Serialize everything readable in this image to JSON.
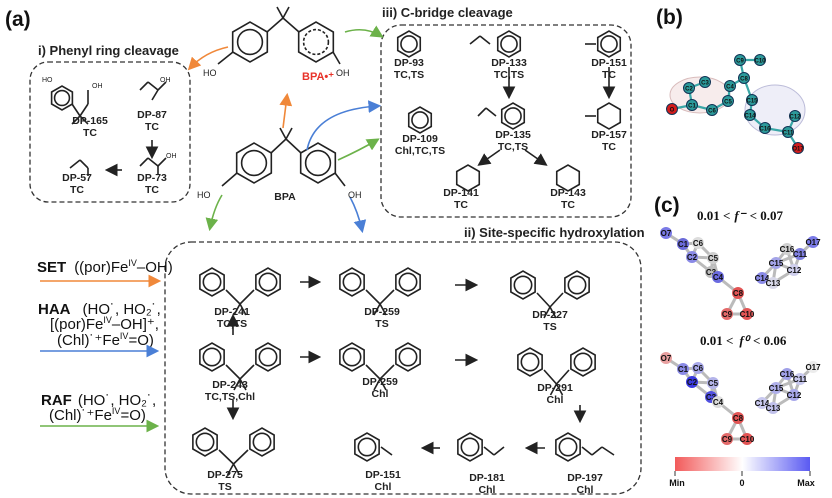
{
  "panels": {
    "a": "(a)",
    "b": "(b)",
    "c": "(c)"
  },
  "colors": {
    "SET": "#f0883a",
    "HAA": "#4a7fd6",
    "RAF": "#6cb24a",
    "radical_label": "#e8332a"
  },
  "section_i": {
    "title": "i) Phenyl ring cleavage",
    "products": [
      {
        "name": "DP-165",
        "method": "TC"
      },
      {
        "name": "DP-87",
        "method": "TC"
      },
      {
        "name": "DP-73",
        "method": "TC"
      },
      {
        "name": "DP-57",
        "method": "TC"
      }
    ],
    "atoms": {
      "ho": "HO",
      "oh": "OH"
    }
  },
  "center": {
    "radical_cation": "BPA•⁺",
    "parent": "BPA",
    "ho": "HO",
    "oh": "OH"
  },
  "section_iii": {
    "title": "iii) C-bridge cleavage",
    "products": [
      {
        "name": "DP-93",
        "method": "TC,TS"
      },
      {
        "name": "DP-133",
        "method": "TC,TS"
      },
      {
        "name": "DP-151",
        "method": "TC"
      },
      {
        "name": "DP-109",
        "method": "Chl,TC,TS"
      },
      {
        "name": "DP-135",
        "method": "TC,TS"
      },
      {
        "name": "DP-157",
        "method": "TC"
      },
      {
        "name": "DP-141",
        "method": "TC"
      },
      {
        "name": "DP-143",
        "method": "TC"
      }
    ]
  },
  "mechanisms": {
    "SET": {
      "abbr": "SET",
      "line1": [
        "((por)Fe",
        "IV",
        "–OH)"
      ]
    },
    "HAA": {
      "abbr": "HAA",
      "line1": "(HO˙, HO₂˙,",
      "line2": [
        "[(por)Fe",
        "IV",
        "–OH]⁺,"
      ],
      "line3": [
        "(Chl)˙⁺Fe",
        "IV",
        "=O)"
      ]
    },
    "RAF": {
      "abbr": "RAF",
      "line1": "(HO˙, HO₂˙,",
      "line2": [
        "(Chl)˙⁺Fe",
        "IV",
        "=O)"
      ]
    }
  },
  "section_ii": {
    "title": "ii) Site-specific hydroxylation",
    "products": [
      {
        "name": "DP-241",
        "method": "TC,TS"
      },
      {
        "name": "DP-259",
        "method": "TS"
      },
      {
        "name": "DP-227",
        "method": "TS"
      },
      {
        "name": "DP-243",
        "method": "TC,TS,Chl"
      },
      {
        "name": "DP-259",
        "method": "Chl"
      },
      {
        "name": "DP-291",
        "method": "Chl"
      },
      {
        "name": "DP-275",
        "method": "TS"
      },
      {
        "name": "DP-151",
        "method": "Chl"
      },
      {
        "name": "DP-181",
        "method": "Chl"
      },
      {
        "name": "DP-197",
        "method": "Chl"
      }
    ]
  },
  "panel_b": {
    "atoms": [
      "C1",
      "C2",
      "C3",
      "C4",
      "C5",
      "C6",
      "O",
      "C8",
      "C9",
      "C10",
      "C11",
      "C12",
      "C14",
      "C15",
      "C16",
      "O17"
    ]
  },
  "panel_c": {
    "fukui_minus": {
      "lower": "0.01 <",
      "symbol": "f⁻",
      "upper": "< 0.07"
    },
    "fukui_zero": {
      "lower": "0.01 <",
      "symbol": "f⁰",
      "upper": "< 0.06"
    },
    "atoms": [
      "O7",
      "C1",
      "C6",
      "C2",
      "C5",
      "C3",
      "C4",
      "C8",
      "C9",
      "C10",
      "C14",
      "C13",
      "C15",
      "C12",
      "C16",
      "C11",
      "O17"
    ],
    "colorbar": {
      "min": "Min",
      "mid": "0",
      "max": "Max",
      "min_color": "#f25a5a",
      "max_color": "#5a5af2"
    }
  }
}
